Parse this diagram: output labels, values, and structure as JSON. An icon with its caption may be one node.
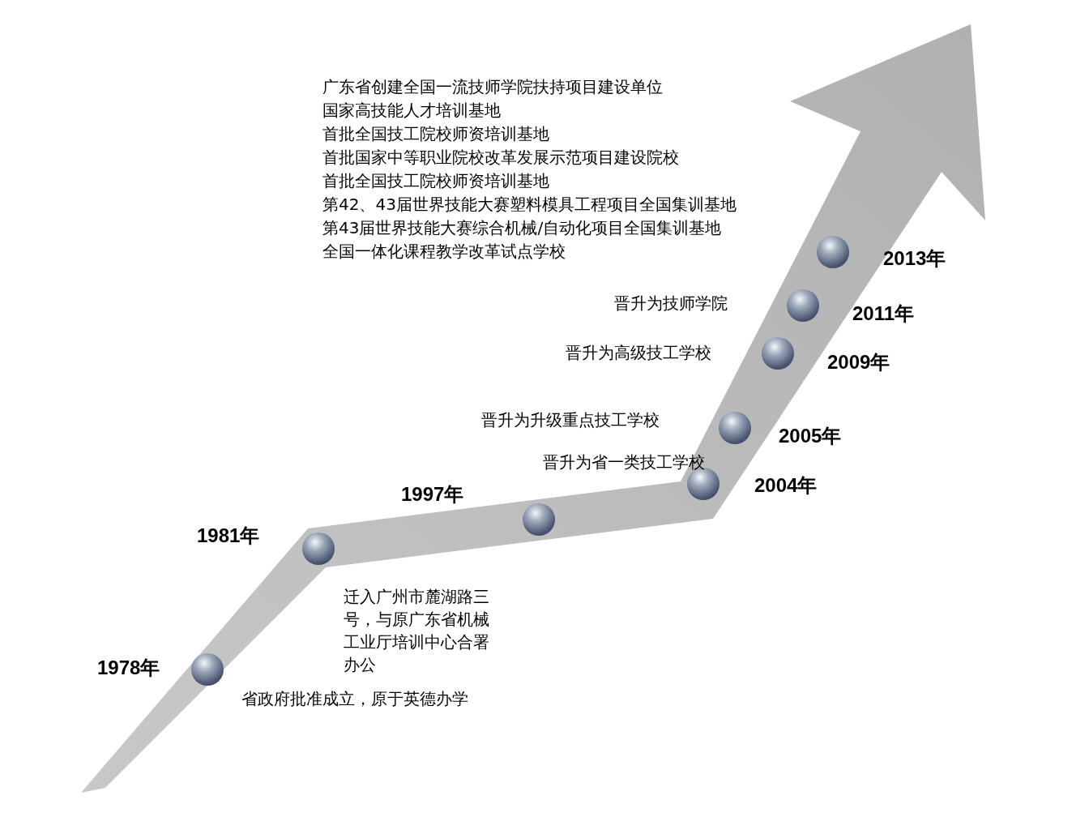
{
  "diagram": {
    "nodes": [
      {
        "text": [],
        "shape": "circle",
        "beside": [
          "1978年",
          "省政府批准成立，原于英德办学"
        ]
      },
      {
        "text": [],
        "shape": "circle",
        "beside": [
          "1981年",
          "迁入广州市麓湖路三号，与原广东省机械工业厅培训中心合署办公"
        ]
      },
      {
        "text": [],
        "shape": "circle",
        "beside": [
          "1997年"
        ]
      },
      {
        "text": [],
        "shape": "circle",
        "beside": [
          "2004年",
          "晋升为省一类技工学校"
        ]
      },
      {
        "text": [],
        "shape": "circle",
        "beside": [
          "2005年",
          "晋升为升级重点技工学校"
        ]
      },
      {
        "text": [],
        "shape": "circle",
        "beside": [
          "2009年",
          "晋升为高级技工学校"
        ]
      },
      {
        "text": [],
        "shape": "circle",
        "beside": [
          "2011年",
          "晋升为技师学院"
        ]
      },
      {
        "text": [],
        "shape": "circle",
        "beside": [
          "2013年",
          "广东省创建全国一流技师学院扶持项目建设单位",
          "国家高技能人才培训基地",
          "首批全国技工院校师资培训基地",
          "首批国家中等职业院校改革发展示范项目建设院校",
          "首批全国技工院校师资培训基地",
          "第42、43届世界技能大赛塑料模具工程项目全国集训基地",
          "第43届世界技能大赛综合机械/自动化项目全国集训基地",
          "全国一体化课程教学改革试点学校"
        ]
      }
    ]
  }
}
